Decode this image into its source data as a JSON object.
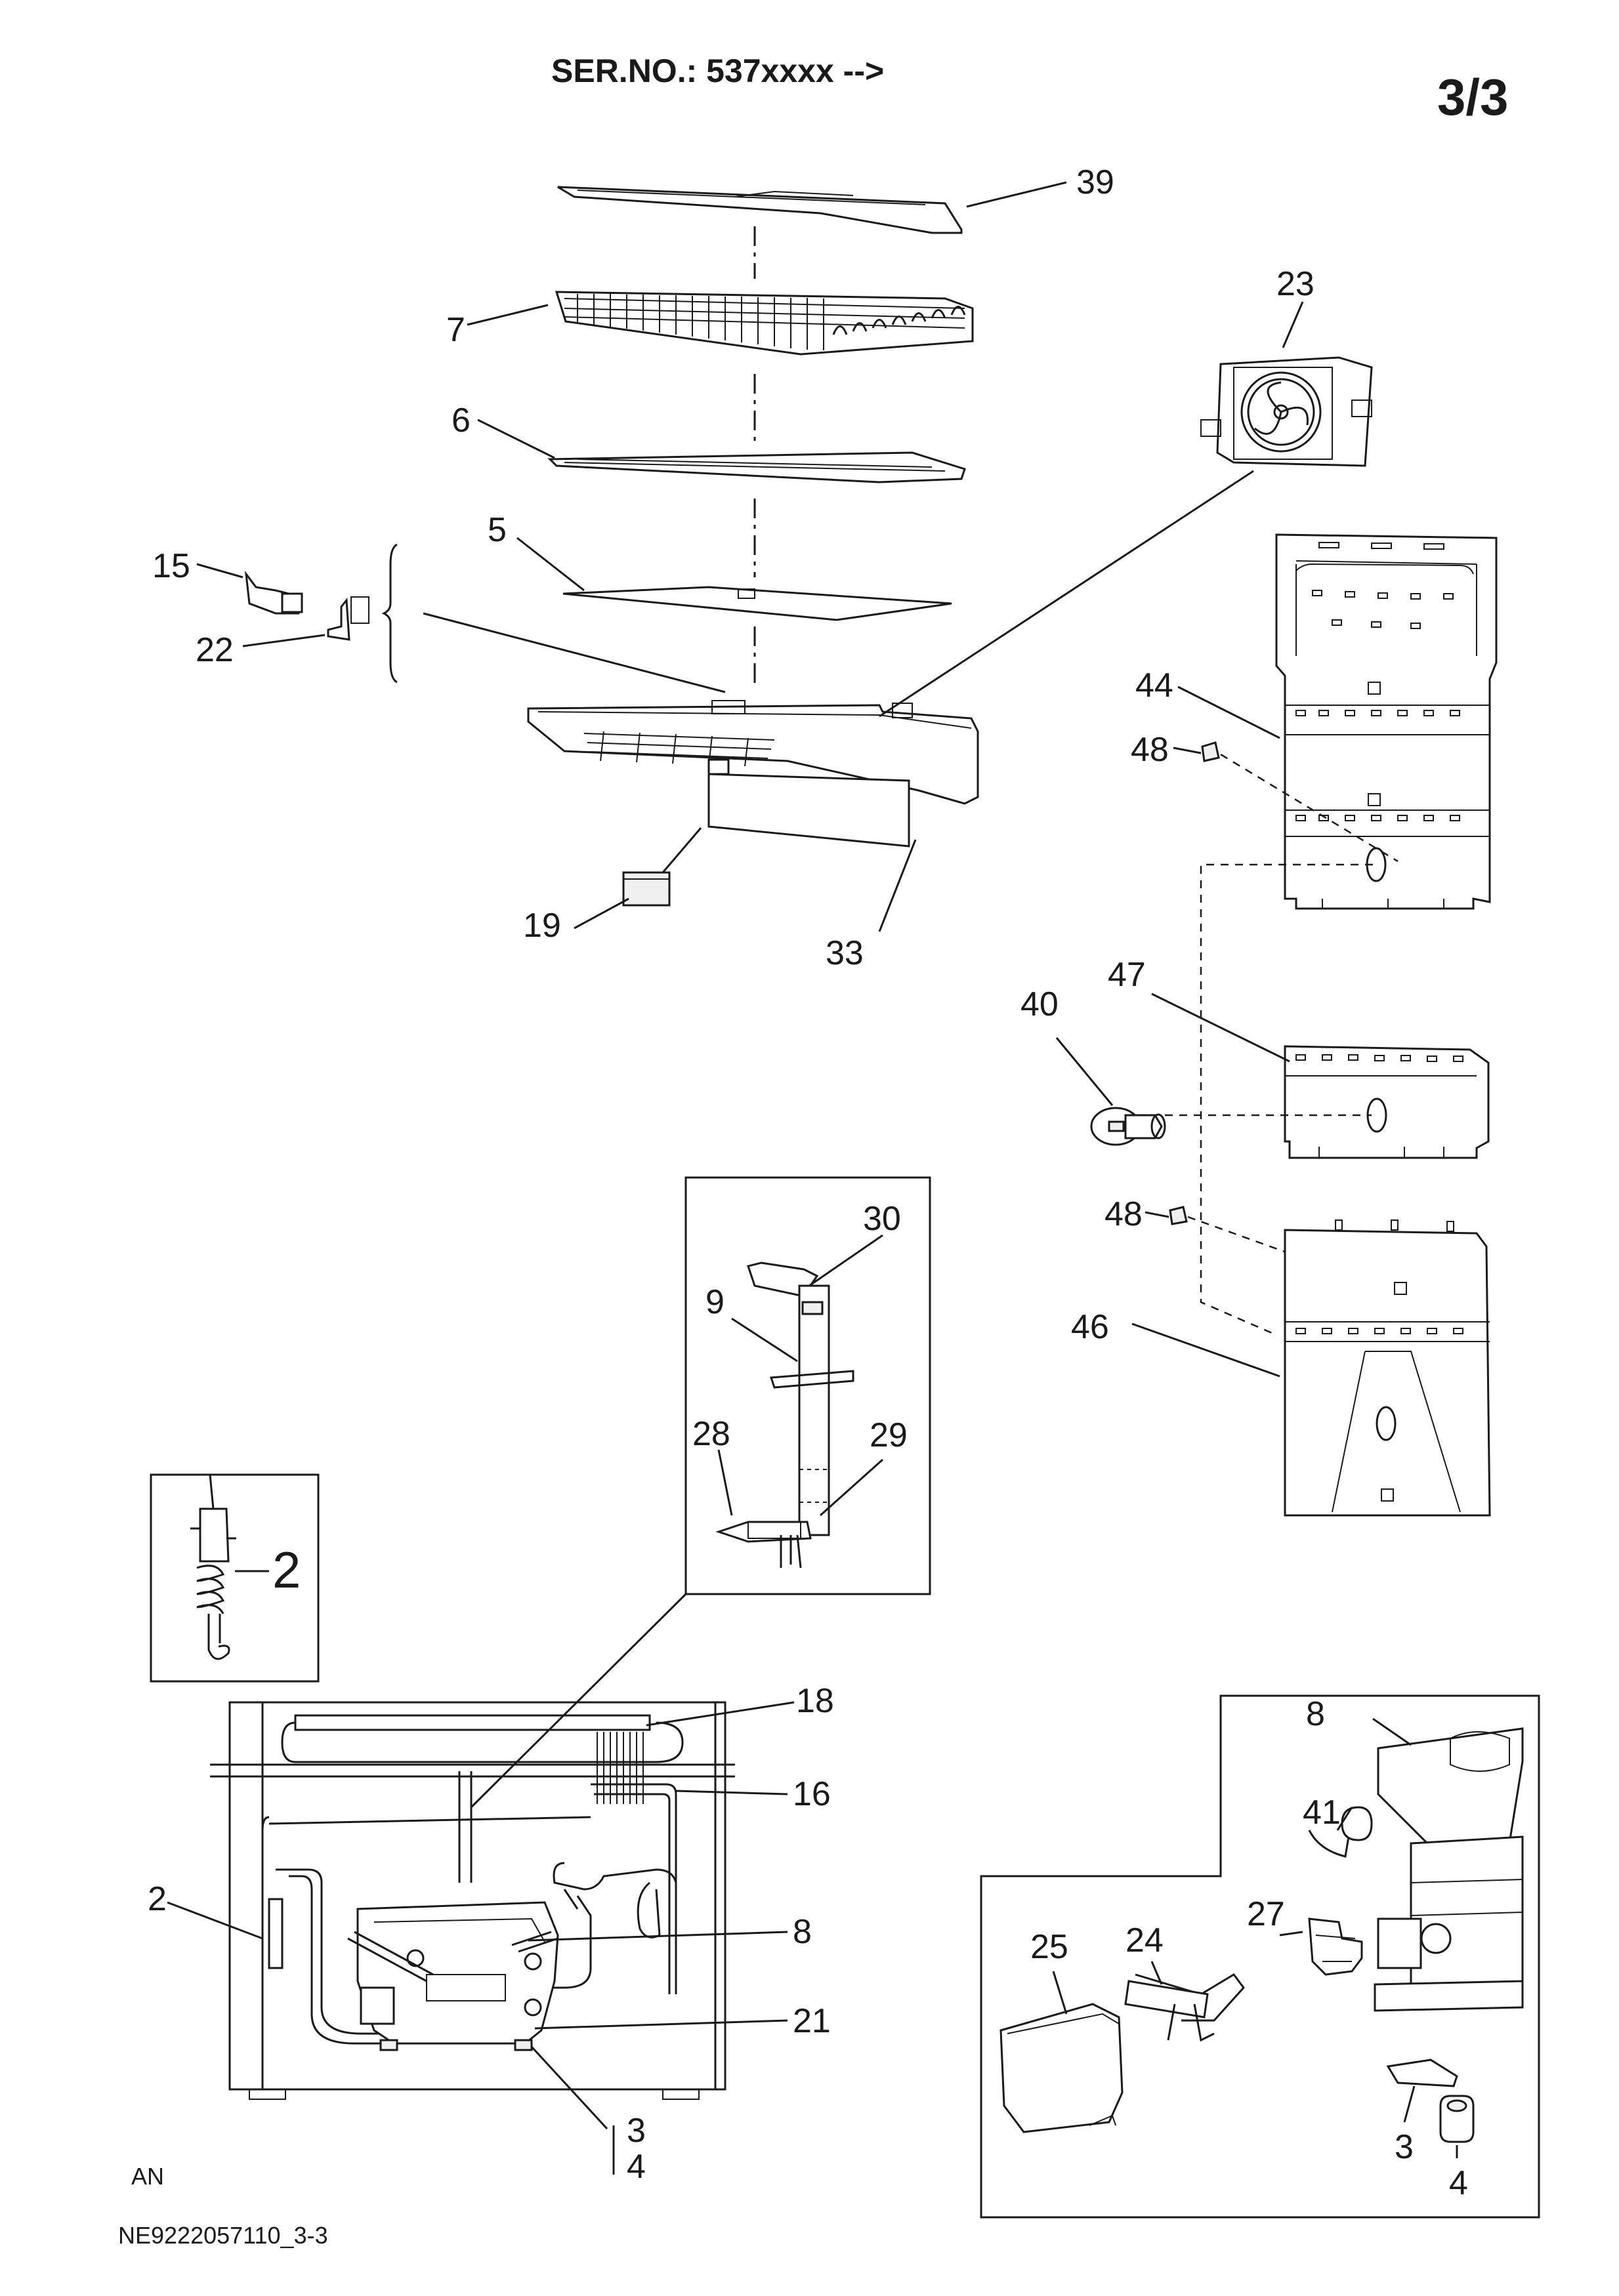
{
  "header": {
    "serial": "SER.NO.: 537xxxx -->",
    "page": "3/3"
  },
  "footer": {
    "lang": "AN",
    "doc_code": "NE9222057110_3-3"
  },
  "callouts": {
    "c39": "39",
    "c7": "7",
    "c23": "23",
    "c6": "6",
    "c5": "5",
    "c15": "15",
    "c22": "22",
    "c44": "44",
    "c48a": "48",
    "c19": "19",
    "c33": "33",
    "c47": "47",
    "c40": "40",
    "c48b": "48",
    "c30": "30",
    "c9": "9",
    "c46": "46",
    "c28": "28",
    "c29": "29",
    "c2a": "2",
    "c18": "18",
    "c16": "16",
    "c8a": "8",
    "c41": "41",
    "c2b": "2",
    "c8b": "8",
    "c27": "27",
    "c25": "25",
    "c24": "24",
    "c21": "21",
    "c3a": "3",
    "c4a": "4",
    "c3b": "3",
    "c4b": "4"
  }
}
